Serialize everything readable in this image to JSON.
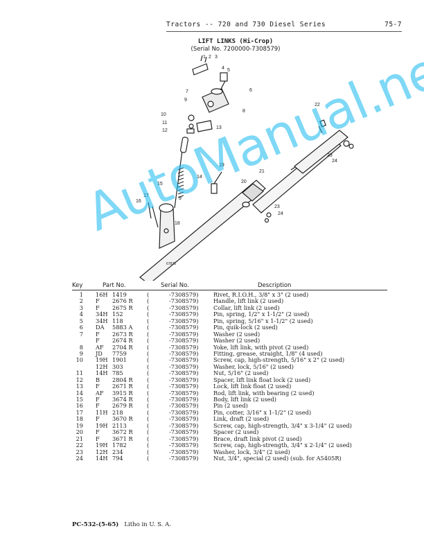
{
  "header": {
    "title": "Tractors -- 720 and 730 Diesel Series",
    "page": "75-7"
  },
  "section": {
    "title": "LIFT LINKS (Hi-Crop)",
    "serial_range": "(Serial No. 7200000-7308579)"
  },
  "figure": {
    "callouts": [
      "1",
      "2",
      "3",
      "4",
      "5",
      "6",
      "7",
      "8",
      "9",
      "10",
      "11",
      "12",
      "13",
      "14",
      "15",
      "16",
      "17",
      "18",
      "19",
      "20",
      "21",
      "22",
      "23",
      "24",
      "23",
      "24",
      "9"
    ],
    "figure_id": "67873"
  },
  "columns": {
    "key": "Key",
    "part": "Part No.",
    "serial": "Serial No.",
    "desc": "Description"
  },
  "parts": [
    {
      "key": "1",
      "pre": "16H",
      "num": "1419",
      "paren": "(",
      "serial": "-7308579)",
      "desc": "Rivet, R.I.O.H., 3/8\" x 3\" (2 used)"
    },
    {
      "key": "2",
      "pre": "F",
      "num": "2676 R",
      "paren": "(",
      "serial": "-7308579)",
      "desc": "Handle, lift link (2 used)"
    },
    {
      "key": "3",
      "pre": "F",
      "num": "2675 R",
      "paren": "(",
      "serial": "-7308579)",
      "desc": "Collar, lift link (2 used)"
    },
    {
      "key": "4",
      "pre": "34H",
      "num": "152",
      "paren": "(",
      "serial": "-7308579)",
      "desc": "Pin, spring, 1/2\" x 1-1/2\" (2 used)"
    },
    {
      "key": "5",
      "pre": "34H",
      "num": "118",
      "paren": "(",
      "serial": "-7308579)",
      "desc": "Pin, spring, 5/16\" x 1-1/2\" (2 used)"
    },
    {
      "key": "6",
      "pre": "DA",
      "num": "5883 A",
      "paren": "(",
      "serial": "-7308579)",
      "desc": "Pin, quik-lock (2 used)"
    },
    {
      "key": "7",
      "pre": "F",
      "num": "2673 R",
      "paren": "(",
      "serial": "-7308579)",
      "desc": "Washer (2 used)"
    },
    {
      "key": "",
      "pre": "F",
      "num": "2674 R",
      "paren": "(",
      "serial": "-7308579)",
      "desc": "Washer (2 used)"
    },
    {
      "key": "8",
      "pre": "AF",
      "num": "2704 R",
      "paren": "(",
      "serial": "-7308579)",
      "desc": "Yoke, lift link, with pivot (2 used)"
    },
    {
      "key": "9",
      "pre": "JD",
      "num": "7759",
      "paren": "(",
      "serial": "-7308579)",
      "desc": "Fitting, grease, straight, 1/8\" (4 used)"
    },
    {
      "key": "10",
      "pre": "19H",
      "num": "1901",
      "paren": "(",
      "serial": "-7308579)",
      "desc": "Screw, cap, high-strength, 5/16\" x 2\" (2 used)"
    },
    {
      "key": "",
      "pre": "12H",
      "num": "303",
      "paren": "(",
      "serial": "-7308579)",
      "desc": "Washer, lock, 5/16\" (2 used)"
    },
    {
      "key": "11",
      "pre": "14H",
      "num": "785",
      "paren": "(",
      "serial": "-7308579)",
      "desc": "Nut, 5/16\" (2 used)"
    },
    {
      "key": "12",
      "pre": "B",
      "num": "2804 R",
      "paren": "(",
      "serial": "-7308579)",
      "desc": "Spacer, lift link float lock (2 used)"
    },
    {
      "key": "13",
      "pre": "F",
      "num": "2671 R",
      "paren": "(",
      "serial": "-7308579)",
      "desc": "Lock, lift link float (2 used)"
    },
    {
      "key": "14",
      "pre": "AF",
      "num": "3915 R",
      "paren": "(",
      "serial": "-7308579)",
      "desc": "Rod, lift link, with bearing (2 used)"
    },
    {
      "key": "15",
      "pre": "F",
      "num": "3674 R",
      "paren": "(",
      "serial": "-7308579)",
      "desc": "Body, lift link (2 used)"
    },
    {
      "key": "16",
      "pre": "F",
      "num": "2679 R",
      "paren": "(",
      "serial": "-7308579)",
      "desc": "Pin (2 used)"
    },
    {
      "key": "17",
      "pre": "11H",
      "num": "218",
      "paren": "(",
      "serial": "-7308579)",
      "desc": "Pin, cotter, 3/16\" x 1-1/2\" (2 used)"
    },
    {
      "key": "18",
      "pre": "F",
      "num": "3670 R",
      "paren": "(",
      "serial": "-7308579)",
      "desc": "Link, draft (2 used)"
    },
    {
      "key": "19",
      "pre": "19H",
      "num": "2113",
      "paren": "(",
      "serial": "-7308579)",
      "desc": "Screw, cap, high-strength, 3/4\" x 3-1/4\" (2 used)"
    },
    {
      "key": "20",
      "pre": "F",
      "num": "3672 R",
      "paren": "(",
      "serial": "-7308579)",
      "desc": "Spacer (2 used)"
    },
    {
      "key": "21",
      "pre": "F",
      "num": "3671 R",
      "paren": "(",
      "serial": "-7308579)",
      "desc": "Brace, draft link pivot (2 used)"
    },
    {
      "key": "22",
      "pre": "19H",
      "num": "1782",
      "paren": "(",
      "serial": "-7308579)",
      "desc": "Screw, cap, high-strength, 3/4\" x 2-1/4\" (2 used)"
    },
    {
      "key": "23",
      "pre": "12H",
      "num": "234",
      "paren": "(",
      "serial": "-7308579)",
      "desc": "Washer, lock, 3/4\" (2 used)"
    },
    {
      "key": "24",
      "pre": "14H",
      "num": "794",
      "paren": "(",
      "serial": "-7308579)",
      "desc": "Nut, 3/4\", special (2 used) (sub. for A5405R)"
    }
  ],
  "footer": {
    "code": "PC-532-(5-65)",
    "litho": "Litho in U. S. A."
  },
  "watermark": "AutoManual.net",
  "colors": {
    "watermark": "#16b9f0",
    "ink": "#1a1a1a"
  }
}
